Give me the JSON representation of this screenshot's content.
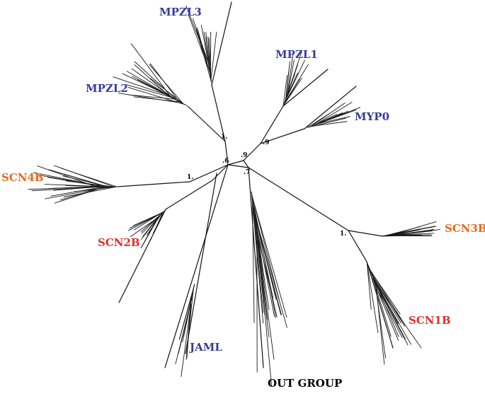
{
  "colors": {
    "branch": "#111111",
    "blue": "#3a3a9a",
    "orange": "#e8681e",
    "red": "#e0302a",
    "black": "#000000"
  },
  "clades": {
    "mpzl3": {
      "label": "MPZL3",
      "color_key": "blue"
    },
    "mpzl1": {
      "label": "MPZL1",
      "color_key": "blue"
    },
    "mpzl2": {
      "label": "MPZL2",
      "color_key": "blue"
    },
    "myp0": {
      "label": "MYP0",
      "color_key": "blue"
    },
    "scn4b": {
      "label": "SCN4B",
      "color_key": "orange"
    },
    "scn2b": {
      "label": "SCN2B",
      "color_key": "red"
    },
    "scn3b": {
      "label": "SCN3B",
      "color_key": "orange"
    },
    "scn1b": {
      "label": "SCN1B",
      "color_key": "red"
    },
    "jaml": {
      "label": "JAML",
      "color_key": "blue"
    },
    "outgroup": {
      "label": "OUT GROUP",
      "color_key": "black"
    }
  },
  "support_values": {
    "mpzl_node": "1.",
    "myp0_node": ".9",
    "center_upper": ".9",
    "center_left": ".6",
    "center_lower": ".7",
    "scn4b_node": "1.",
    "scn3b_node": "1."
  }
}
